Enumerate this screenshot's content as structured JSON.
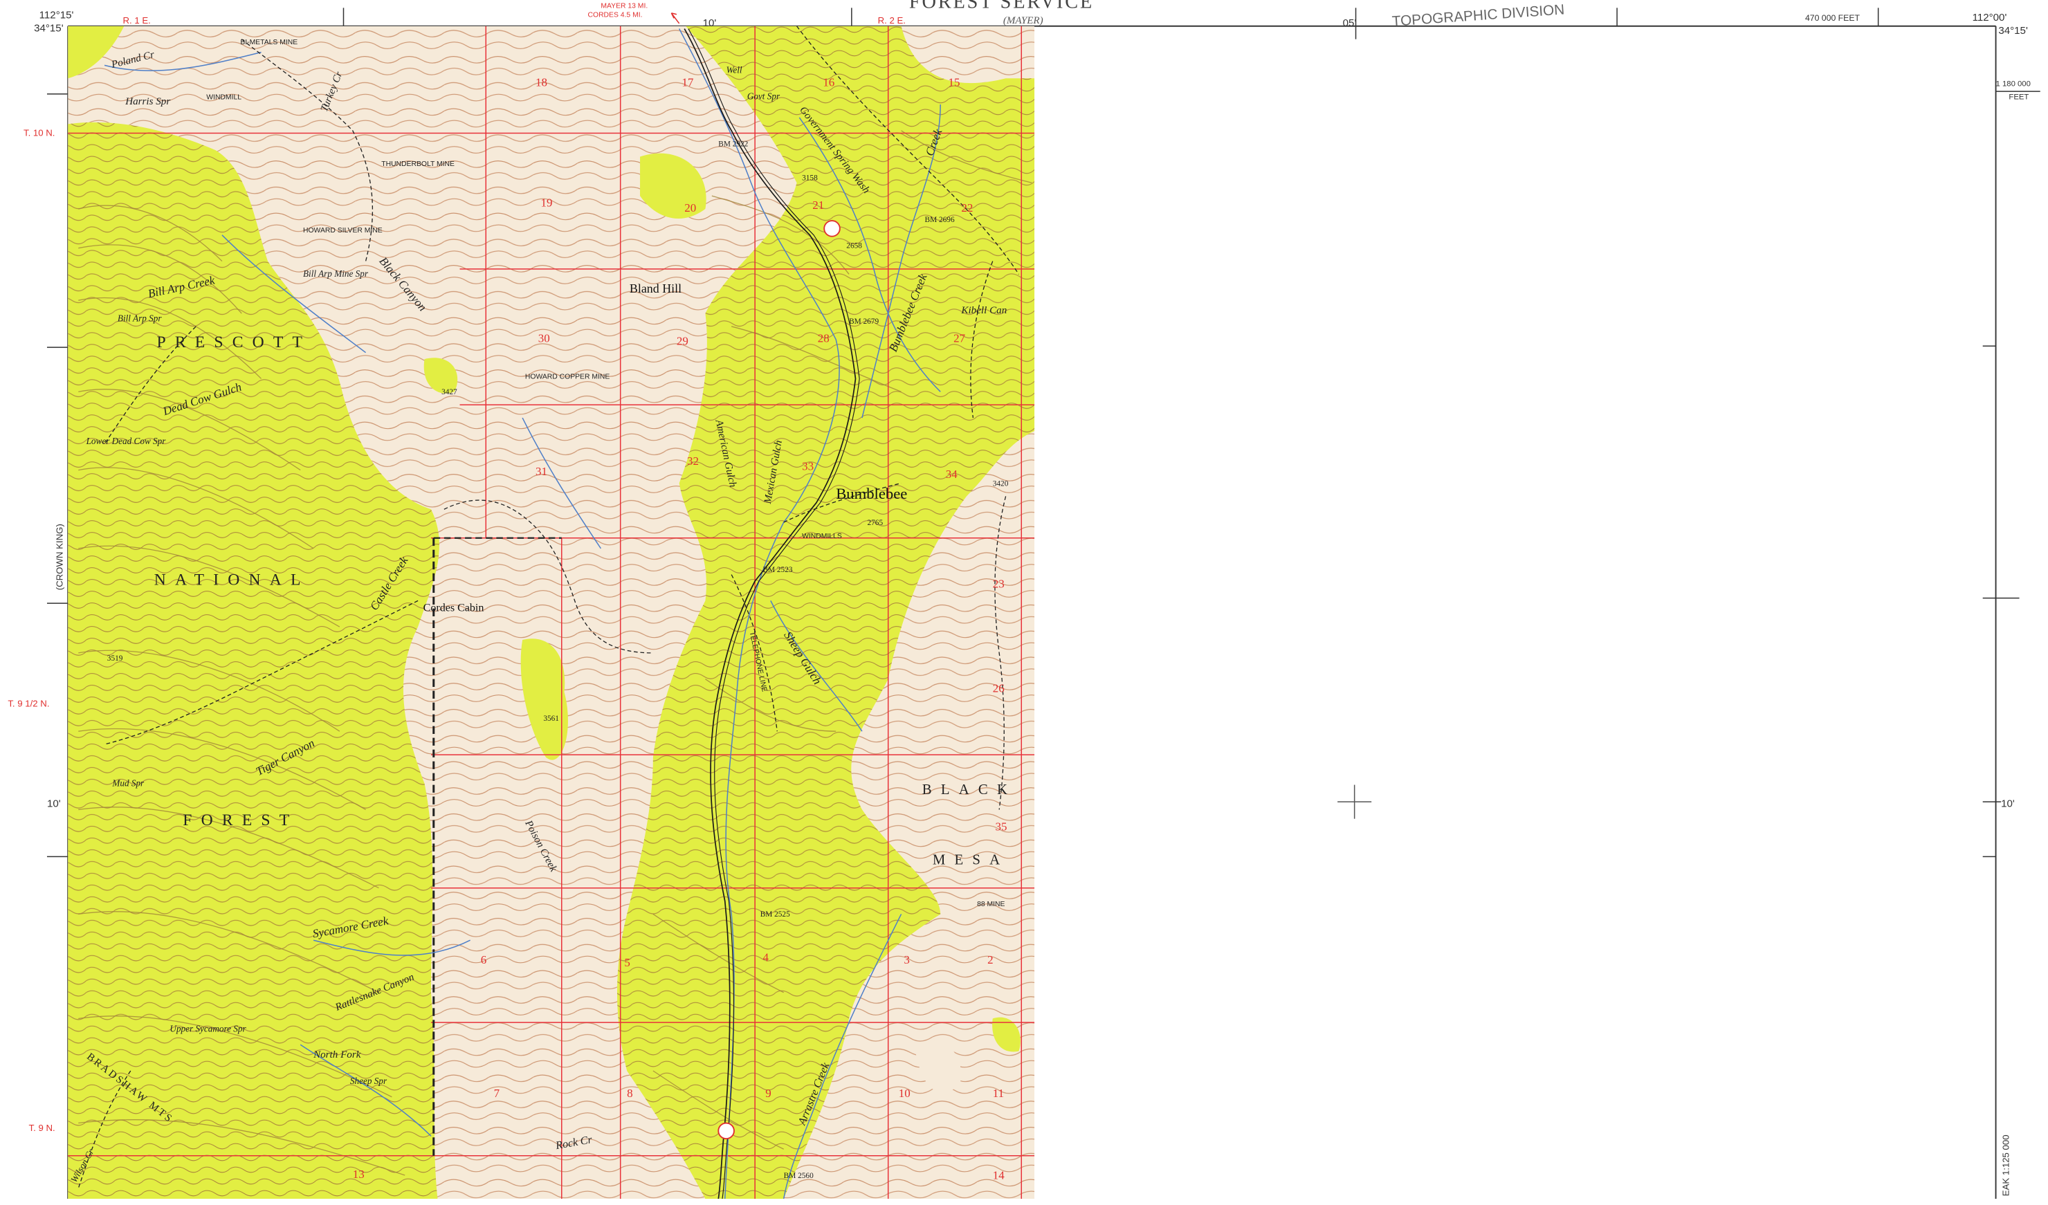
{
  "map": {
    "header_title": "FOREST SERVICE",
    "header_place": "(MAYER)",
    "stamp": "TOPOGRAPHIC DIVISION",
    "arrow_note": [
      "MAYER 13 MI.",
      "CORDES 4.5 MI."
    ],
    "corners": {
      "nw_lon": "112°15'",
      "nw_lat": "34°15'",
      "ne_lon": "112°00'",
      "ne_lat": "34°15'"
    },
    "top_ticks": {
      "minute_10": "10'",
      "minute_05": "05'",
      "easting": "470 000 FEET"
    },
    "right_ticks": {
      "northing": "1 180 000",
      "northing_unit": "FEET",
      "minute_10": "10'",
      "vertical_label": "EAK 1:125 000"
    },
    "left_ticks": {
      "minute_10": "10'",
      "adjoining": "(CROWN KING)"
    },
    "ranges": [
      "R. 1 E.",
      "R. 2 E."
    ],
    "townships": [
      "T. 10 N.",
      "T. 9 1/2 N.",
      "T. 9 N."
    ],
    "region_labels": [
      "PRESCOTT",
      "NATIONAL",
      "FOREST",
      "BLACK",
      "MESA",
      "BRADSHAW MTS"
    ],
    "places": [
      "Bumblebee",
      "Bland Hill",
      "Cordes Cabin"
    ],
    "features": [
      "Poland Cr",
      "Harris Spr",
      "Turkey Cr",
      "BI-METALS MINE",
      "WINDMILL",
      "THUNDERBOLT MINE",
      "HOWARD SILVER MINE",
      "Bill Arp Creek",
      "Bill Arp Mine Spr",
      "Bill Arp Spr",
      "Black Canyon",
      "Dead Cow Gulch",
      "Lower Dead Cow Spr",
      "HOWARD COPPER MINE",
      "Castle Creek",
      "Tiger Canyon",
      "Mud Spr",
      "Sycamore Creek",
      "Rattlesnake Canyon",
      "Upper Sycamore Spr",
      "North Fork",
      "Sheep Spr",
      "Poison Creek",
      "Rock Cr",
      "Well",
      "Govt Spr",
      "Government Spring Wash",
      "Creek",
      "Bumblebee Creek",
      "Kibell Can",
      "American Gulch",
      "Mexican Gulch",
      "WINDMILLS",
      "Sheep Gulch",
      "TELEPHONE LINE",
      "Arrastre Creek",
      "88 MINE",
      "Wilson Cr"
    ],
    "benchmarks": [
      "BM 2922",
      "3158",
      "BM 2696",
      "2658",
      "BM 2679",
      "3427",
      "BM 2523",
      "2765",
      "3420",
      "BM 2525",
      "BM 2560",
      "3561",
      "3519"
    ],
    "sections": [
      "18",
      "17",
      "16",
      "15",
      "19",
      "20",
      "21",
      "22",
      "30",
      "29",
      "28",
      "27",
      "31",
      "32",
      "33",
      "34",
      "23",
      "26",
      "35",
      "2",
      "3",
      "4",
      "5",
      "7",
      "8",
      "9",
      "10",
      "11",
      "14",
      "13",
      "6"
    ],
    "colors": {
      "woodland": "#e2ee43",
      "contour": "#c88c62",
      "grid": "#e8323a",
      "road": "#1a1a1a",
      "background": "#f6ead9"
    }
  }
}
